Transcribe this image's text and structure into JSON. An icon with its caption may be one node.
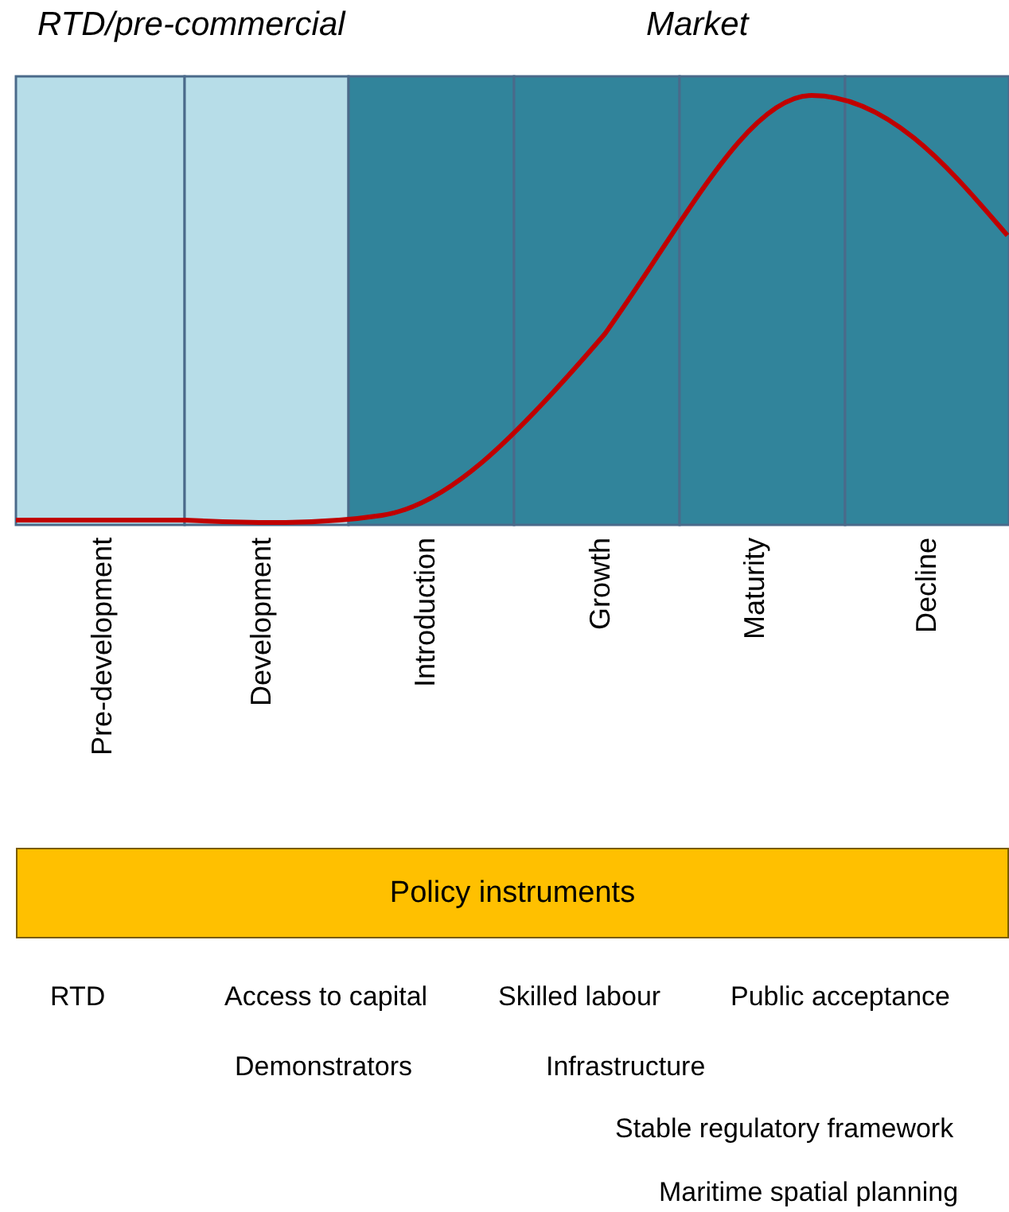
{
  "diagram": {
    "nodes": [
      {
        "text": [
          "Policy instruments"
        ]
      }
    ],
    "labels": [
      "RTD/pre-commercial",
      "Market",
      "Pre-development",
      "Development",
      "Introduction",
      "Growth",
      "Maturity",
      "Decline",
      "RTD",
      "Access to capital",
      "Skilled labour",
      "Public acceptance",
      "Demonstrators",
      "Infrastructure",
      "Stable regulatory framework",
      "Maritime spatial planning"
    ]
  }
}
